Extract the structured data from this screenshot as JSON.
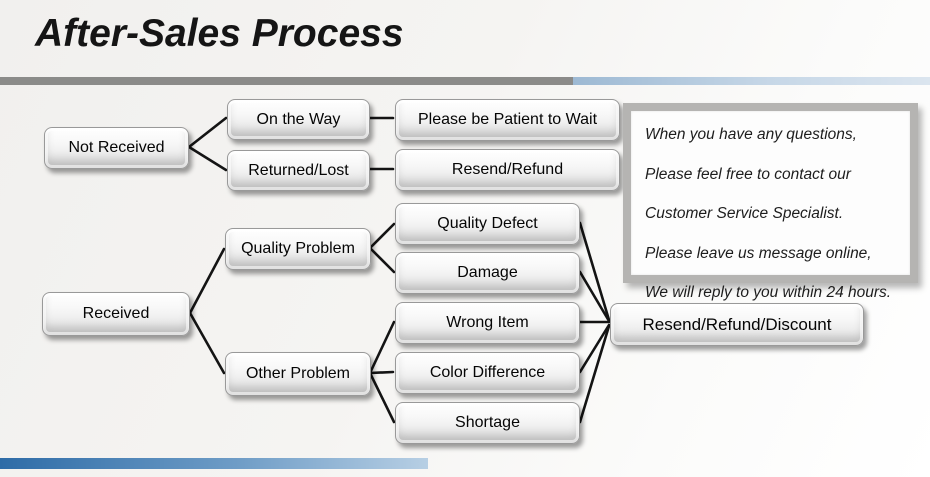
{
  "slide": {
    "title": "After-Sales Process"
  },
  "flowchart": {
    "nodes": [
      {
        "id": "not-received",
        "label": "Not Received"
      },
      {
        "id": "on-the-way",
        "label": "On the Way"
      },
      {
        "id": "returned-lost",
        "label": "Returned/Lost"
      },
      {
        "id": "please-wait",
        "label": "Please be Patient to Wait"
      },
      {
        "id": "resend-refund",
        "label": "Resend/Refund"
      },
      {
        "id": "received",
        "label": "Received"
      },
      {
        "id": "quality-problem",
        "label": "Quality Problem"
      },
      {
        "id": "quality-defect",
        "label": "Quality Defect"
      },
      {
        "id": "damage",
        "label": "Damage"
      },
      {
        "id": "other-problem",
        "label": "Other Problem"
      },
      {
        "id": "wrong-item",
        "label": "Wrong Item"
      },
      {
        "id": "color-difference",
        "label": "Color Difference"
      },
      {
        "id": "shortage",
        "label": "Shortage"
      },
      {
        "id": "final",
        "label": "Resend/Refund/Discount"
      }
    ],
    "edges": [
      [
        "Not Received",
        "On the Way"
      ],
      [
        "Not Received",
        "Returned/Lost"
      ],
      [
        "On the Way",
        "Please be Patient to Wait"
      ],
      [
        "Returned/Lost",
        "Resend/Refund"
      ],
      [
        "Received",
        "Quality Problem"
      ],
      [
        "Received",
        "Other Problem"
      ],
      [
        "Quality Problem",
        "Quality Defect"
      ],
      [
        "Quality Problem",
        "Damage"
      ],
      [
        "Other Problem",
        "Wrong Item"
      ],
      [
        "Other Problem",
        "Color Difference"
      ],
      [
        "Other Problem",
        "Shortage"
      ],
      [
        "Quality Defect",
        "Resend/Refund/Discount"
      ],
      [
        "Damage",
        "Resend/Refund/Discount"
      ],
      [
        "Wrong Item",
        "Resend/Refund/Discount"
      ],
      [
        "Color Difference",
        "Resend/Refund/Discount"
      ],
      [
        "Shortage",
        "Resend/Refund/Discount"
      ]
    ]
  },
  "info_panel": {
    "lines": [
      "When you have any questions,",
      "Please feel free to contact our",
      "Customer Service Specialist.",
      "Please leave us message online,",
      "We will reply to you within 24 hours."
    ]
  },
  "colors": {
    "divider_gray": "#8b8b89",
    "divider_blue": "#9db9d3",
    "accent_bar_blue": "#2e6ca7",
    "connector_line": "#141414",
    "panel_border": "#b5b4b2"
  }
}
